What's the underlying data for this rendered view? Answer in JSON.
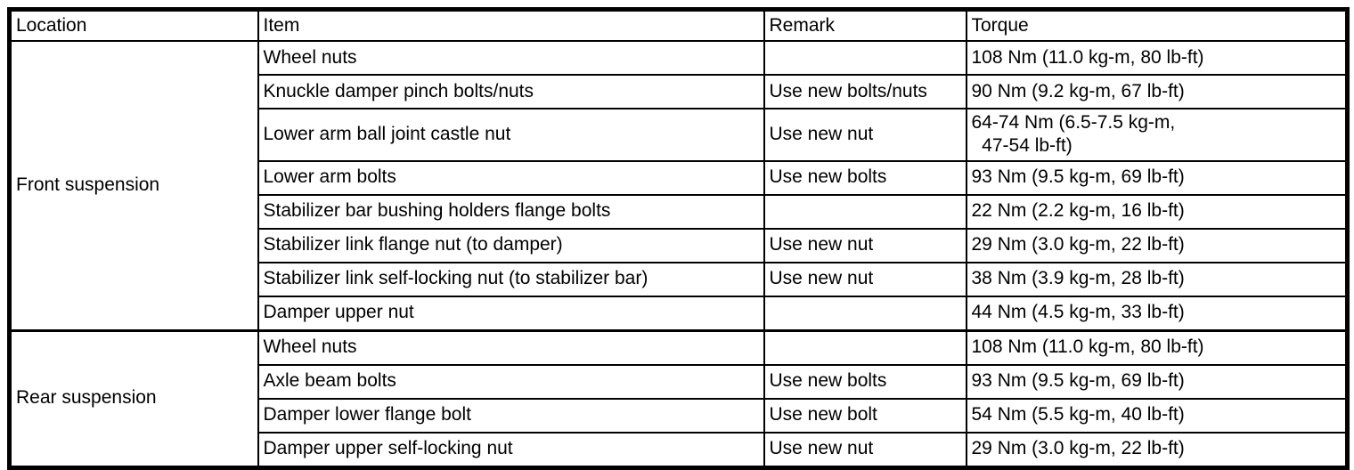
{
  "table": {
    "columns": [
      "Location",
      "Item",
      "Remark",
      "Torque"
    ],
    "sections": [
      {
        "location": "Front suspension",
        "rows": [
          {
            "item": "Wheel nuts",
            "remark": "",
            "torque": "108 Nm (11.0 kg-m, 80 lb-ft)"
          },
          {
            "item": "Knuckle damper pinch bolts/nuts",
            "remark": "Use new bolts/nuts",
            "torque": "90 Nm (9.2 kg-m, 67 lb-ft)"
          },
          {
            "item": "Lower arm ball joint castle nut",
            "remark": "Use new nut",
            "torque": "64-74 Nm (6.5-7.5 kg-m,\n  47-54 lb-ft)"
          },
          {
            "item": "Lower arm bolts",
            "remark": "Use new bolts",
            "torque": "93 Nm (9.5 kg-m, 69 lb-ft)"
          },
          {
            "item": "Stabilizer bar bushing holders flange bolts",
            "remark": "",
            "torque": "22 Nm (2.2 kg-m, 16 lb-ft)"
          },
          {
            "item": "Stabilizer link flange nut (to damper)",
            "remark": "Use new nut",
            "torque": "29 Nm (3.0 kg-m, 22 lb-ft)"
          },
          {
            "item": "Stabilizer link self-locking nut (to stabilizer bar)",
            "remark": "Use new nut",
            "torque": "38 Nm (3.9 kg-m, 28 lb-ft)"
          },
          {
            "item": "Damper upper nut",
            "remark": "",
            "torque": "44 Nm (4.5 kg-m, 33 lb-ft)"
          }
        ]
      },
      {
        "location": "Rear suspension",
        "rows": [
          {
            "item": "Wheel nuts",
            "remark": "",
            "torque": "108 Nm (11.0 kg-m, 80 lb-ft)"
          },
          {
            "item": "Axle beam bolts",
            "remark": "Use new bolts",
            "torque": "93 Nm (9.5 kg-m, 69 lb-ft)"
          },
          {
            "item": "Damper lower flange bolt",
            "remark": "Use new bolt",
            "torque": "54 Nm (5.5 kg-m, 40 lb-ft)"
          },
          {
            "item": "Damper upper self-locking nut",
            "remark": "Use new nut",
            "torque": "29 Nm (3.0 kg-m, 22 lb-ft)"
          }
        ]
      }
    ]
  }
}
